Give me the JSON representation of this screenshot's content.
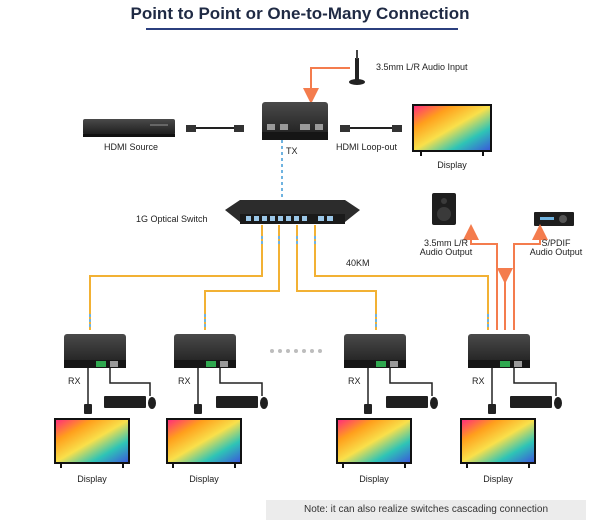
{
  "title": "Point to Point or One-to-Many Connection",
  "labels": {
    "audio_input": "3.5mm L/R Audio Input",
    "hdmi_source": "HDMI Source",
    "tx": "TX",
    "hdmi_loopout": "HDMI Loop-out",
    "display": "Display",
    "optical_switch": "1G Optical Switch",
    "audio_output_line1": "3.5mm L/R",
    "audio_output_line2": "Audio Output",
    "spdif_line1": "S/PDIF",
    "spdif_line2": "Audio Output",
    "distance": "40KM",
    "rx": "RX"
  },
  "receivers": [
    {
      "rx": "RX",
      "display": "Display"
    },
    {
      "rx": "RX",
      "display": "Display"
    },
    {
      "rx": "RX",
      "display": "Display"
    },
    {
      "rx": "RX",
      "display": "Display"
    }
  ],
  "note": "Note: it can also realize switches cascading connection",
  "colors": {
    "fiber": "#f2b134",
    "audio_line": "#f47c4d",
    "device": "#2a2a2a",
    "title_rule": "#2b3f7e",
    "network_dashed": "#6fb3e0"
  }
}
